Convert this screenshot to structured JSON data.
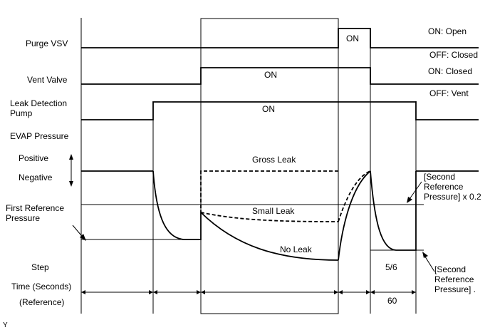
{
  "labels": {
    "purge_vsv": "Purge VSV",
    "vent_valve": "Vent Valve",
    "leak_pump_1": "Leak Detection",
    "leak_pump_2": "Pump",
    "evap_pressure": "EVAP Pressure",
    "positive": "Positive",
    "negative": "Negative",
    "first_ref_1": "First Reference",
    "first_ref_2": "Pressure",
    "step": "Step",
    "time": "Time (Seconds)",
    "reference": "(Reference)"
  },
  "states": {
    "on_open": "ON: Open",
    "off_closed": "OFF: Closed",
    "on_closed": "ON: Closed",
    "off_vent": "OFF: Vent"
  },
  "signals": {
    "purge_on": "ON",
    "vent_on": "ON",
    "pump_on": "ON"
  },
  "curves": {
    "gross_leak": "Gross Leak",
    "small_leak": "Small Leak",
    "no_leak": "No Leak"
  },
  "second_ref_x02": {
    "line1": "[Second",
    "line2": "Reference",
    "line3": "Pressure] x 0.2"
  },
  "second_ref": {
    "line1": "[Second",
    "line2": "Reference",
    "line3": "Pressure] ."
  },
  "step_value": "5/6",
  "time_value": "60",
  "corner_mark": "Y"
}
